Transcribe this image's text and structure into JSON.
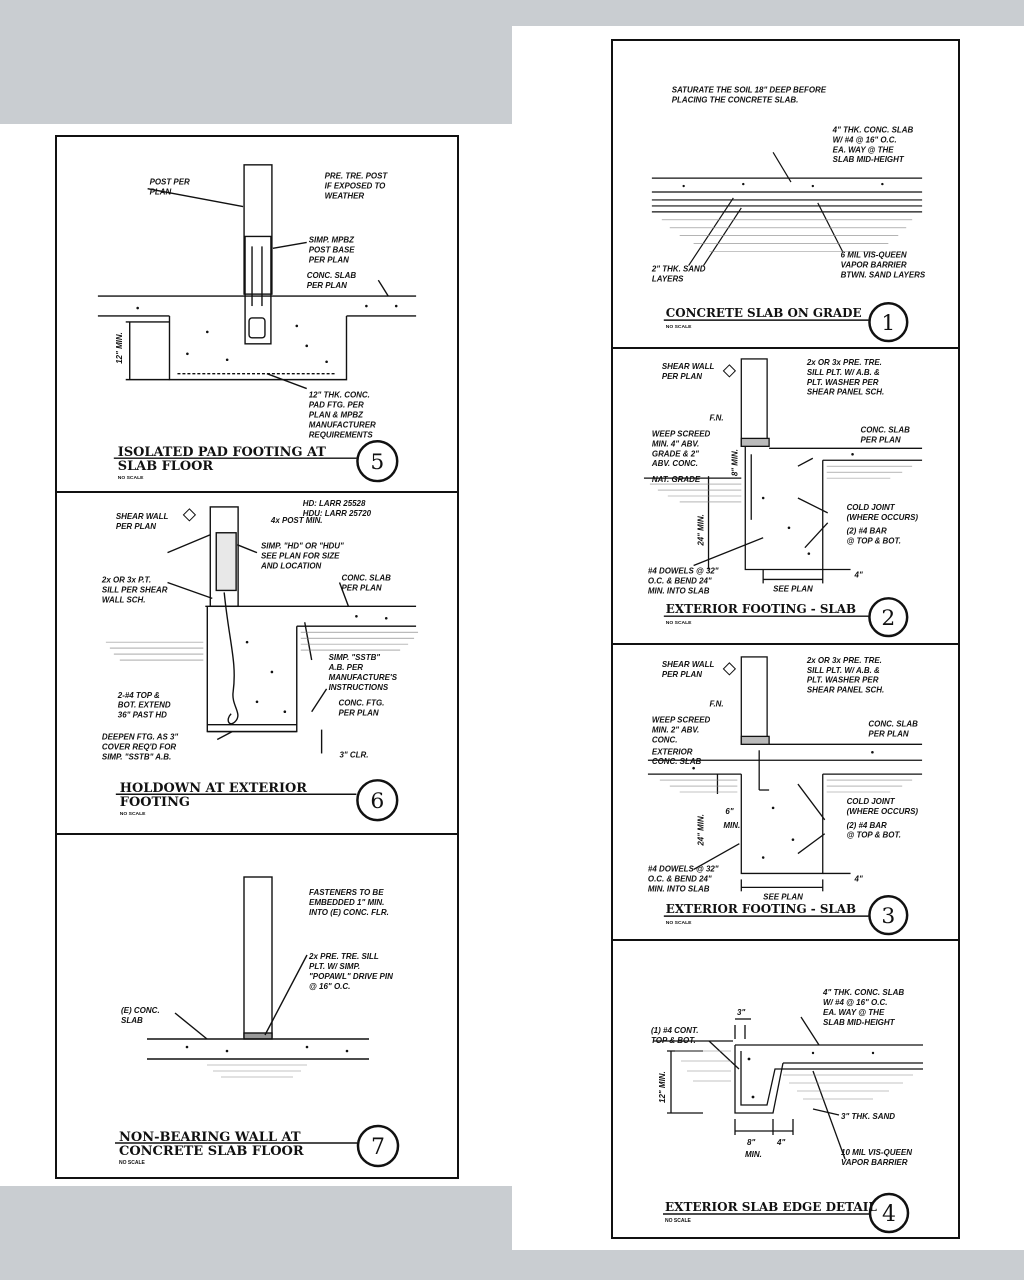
{
  "colors": {
    "background": "#c9cdd1",
    "paper": "#ffffff",
    "ink": "#111111"
  },
  "details": {
    "d1": {
      "title": "CONCRETE SLAB ON GRADE",
      "scale": "NO SCALE",
      "number": "1",
      "notes": {
        "saturate1": "SATURATE THE SOIL 18\" DEEP BEFORE",
        "saturate2": "PLACING THE CONCRETE SLAB.",
        "slab1": "4\" THK. CONC. SLAB",
        "slab2": "W/ #4 @ 16\" O.C.",
        "slab3": "EA. WAY @ THE",
        "slab4": "SLAB MID-HEIGHT",
        "sand1": "2\" THK. SAND",
        "sand2": "LAYERS",
        "vis1": "6 MIL VIS-QUEEN",
        "vis2": "VAPOR BARRIER",
        "vis3": "BTWN. SAND LAYERS"
      }
    },
    "d2": {
      "title": "EXTERIOR FOOTING - SLAB",
      "scale": "NO SCALE",
      "number": "2",
      "notes": {
        "sw1": "SHEAR WALL",
        "sw2": "PER PLAN",
        "sill1": "2x OR 3x PRE. TRE.",
        "sill2": "SILL PLT. W/ A.B. &",
        "sill3": "PLT. WASHER PER",
        "sill4": "SHEAR PANEL SCH.",
        "fn": "F.N.",
        "weep1": "WEEP SCREED",
        "weep2": "MIN. 4\" ABV.",
        "weep3": "GRADE & 2\"",
        "weep4": "ABV. CONC.",
        "slab1": "CONC. SLAB",
        "slab2": "PER PLAN",
        "grade": "NAT. GRADE",
        "min8": "8\" MIN.",
        "cold1": "COLD JOINT",
        "cold2": "(WHERE OCCURS)",
        "bar1": "(2) #4 BAR",
        "bar2": "@ TOP & BOT.",
        "min24": "24\" MIN.",
        "dow1": "#4 DOWELS @ 32\"",
        "dow2": "O.C. & BEND 24\"",
        "dow3": "MIN. INTO SLAB",
        "seeplan": "SEE PLAN",
        "four": "4\""
      }
    },
    "d3": {
      "title": "EXTERIOR FOOTING - SLAB",
      "scale": "NO SCALE",
      "number": "3",
      "notes": {
        "sw1": "SHEAR WALL",
        "sw2": "PER PLAN",
        "sill1": "2x OR 3x PRE. TRE.",
        "sill2": "SILL PLT. W/ A.B. &",
        "sill3": "PLT. WASHER PER",
        "sill4": "SHEAR PANEL SCH.",
        "fn": "F.N.",
        "weep1": "WEEP SCREED",
        "weep2": "MIN. 2\" ABV.",
        "weep3": "CONC.",
        "ext1": "EXTERIOR",
        "ext2": "CONC. SLAB",
        "slab1": "CONC. SLAB",
        "slab2": "PER PLAN",
        "min6a": "6\"",
        "min6b": "MIN.",
        "cold1": "COLD JOINT",
        "cold2": "(WHERE OCCURS)",
        "bar1": "(2) #4 BAR",
        "bar2": "@ TOP & BOT.",
        "min24": "24\" MIN.",
        "dow1": "#4 DOWELS @ 32\"",
        "dow2": "O.C. & BEND 24\"",
        "dow3": "MIN. INTO SLAB",
        "seeplan": "SEE PLAN",
        "four": "4\""
      }
    },
    "d4": {
      "title": "EXTERIOR SLAB EDGE DETAIL",
      "scale": "NO SCALE",
      "number": "4",
      "notes": {
        "slab1": "4\" THK. CONC. SLAB",
        "slab2": "W/ #4 @ 16\" O.C.",
        "slab3": "EA. WAY @ THE",
        "slab4": "SLAB MID-HEIGHT",
        "three": "3\"",
        "cont1": "(1) #4 CONT.",
        "cont2": "TOP & BOT.",
        "min12": "12\" MIN.",
        "sand": "3\" THK. SAND",
        "eight": "8\"",
        "four": "4\"",
        "min": "MIN.",
        "vis1": "10 MIL VIS-QUEEN",
        "vis2": "VAPOR BARRIER"
      }
    },
    "d5": {
      "title1": "ISOLATED PAD FOOTING AT",
      "title2": "SLAB FLOOR",
      "scale": "NO SCALE",
      "number": "5",
      "notes": {
        "post1": "POST PER",
        "post2": "PLAN",
        "pre1": "PRE. TRE. POST",
        "pre2": "IF EXPOSED TO",
        "pre3": "WEATHER",
        "simp1": "SIMP. MPBZ",
        "simp2": "POST BASE",
        "simp3": "PER PLAN",
        "slab1": "CONC. SLAB",
        "slab2": "PER PLAN",
        "min12": "12\" MIN.",
        "pad1": "12\" THK. CONC.",
        "pad2": "PAD FTG. PER",
        "pad3": "PLAN & MPBZ",
        "pad4": "MANUFACTURER",
        "pad5": "REQUIREMENTS"
      }
    },
    "d6": {
      "title1": "HOLDOWN AT EXTERIOR",
      "title2": "FOOTING",
      "scale": "NO SCALE",
      "number": "6",
      "notes": {
        "hd1": "HD: LARR 25528",
        "hd2": "HDU: LARR 25720",
        "sw1": "SHEAR WALL",
        "sw2": "PER PLAN",
        "post": "4x POST MIN.",
        "hdu1": "SIMP. \"HD\" OR \"HDU\"",
        "hdu2": "SEE PLAN FOR SIZE",
        "hdu3": "AND LOCATION",
        "sill1": "2x OR 3x P.T.",
        "sill2": "SILL PER SHEAR",
        "sill3": "WALL SCH.",
        "slab1": "CONC. SLAB",
        "slab2": "PER PLAN",
        "sstb1": "SIMP. \"SSTB\"",
        "sstb2": "A.B. PER",
        "sstb3": "MANUFACTURE'S",
        "sstb4": "INSTRUCTIONS",
        "bar1": "2-#4 TOP &",
        "bar2": "BOT. EXTEND",
        "bar3": "36\" PAST HD",
        "ftg1": "CONC. FTG.",
        "ftg2": "PER PLAN",
        "deep1": "DEEPEN FTG. AS 3\"",
        "deep2": "COVER REQ'D FOR",
        "deep3": "SIMP. \"SSTB\" A.B.",
        "clr": "3\" CLR."
      }
    },
    "d7": {
      "title1": "NON-BEARING WALL AT",
      "title2": "CONCRETE SLAB FLOOR",
      "scale": "NO SCALE",
      "number": "7",
      "notes": {
        "fast1": "FASTENERS TO BE",
        "fast2": "EMBEDDED 1\" MIN.",
        "fast3": "INTO (E) CONC. FLR.",
        "sill1": "2x PRE. TRE. SILL",
        "sill2": "PLT. W/ SIMP.",
        "sill3": "\"POPAWL\" DRIVE PIN",
        "sill4": "@ 16\" O.C.",
        "econc1": "(E) CONC.",
        "econc2": "SLAB"
      }
    }
  }
}
